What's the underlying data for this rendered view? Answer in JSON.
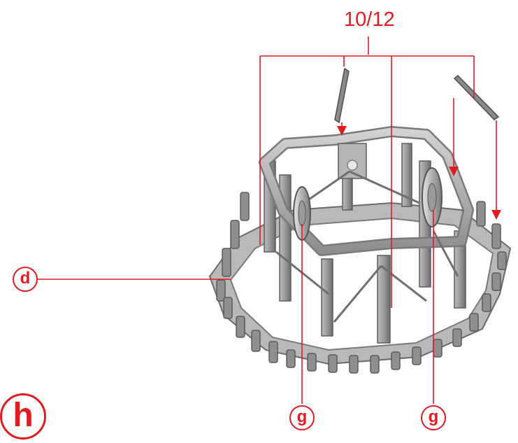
{
  "diagram": {
    "part_count_label": "10/12",
    "callout_d": "d",
    "callout_g_left": "g",
    "callout_g_right": "g",
    "step_label": "h"
  },
  "colors": {
    "callout": "#e01b22",
    "frame_light": "#c9c9c9",
    "frame_mid": "#9b9b9b",
    "frame_dark": "#6a6a6a"
  }
}
